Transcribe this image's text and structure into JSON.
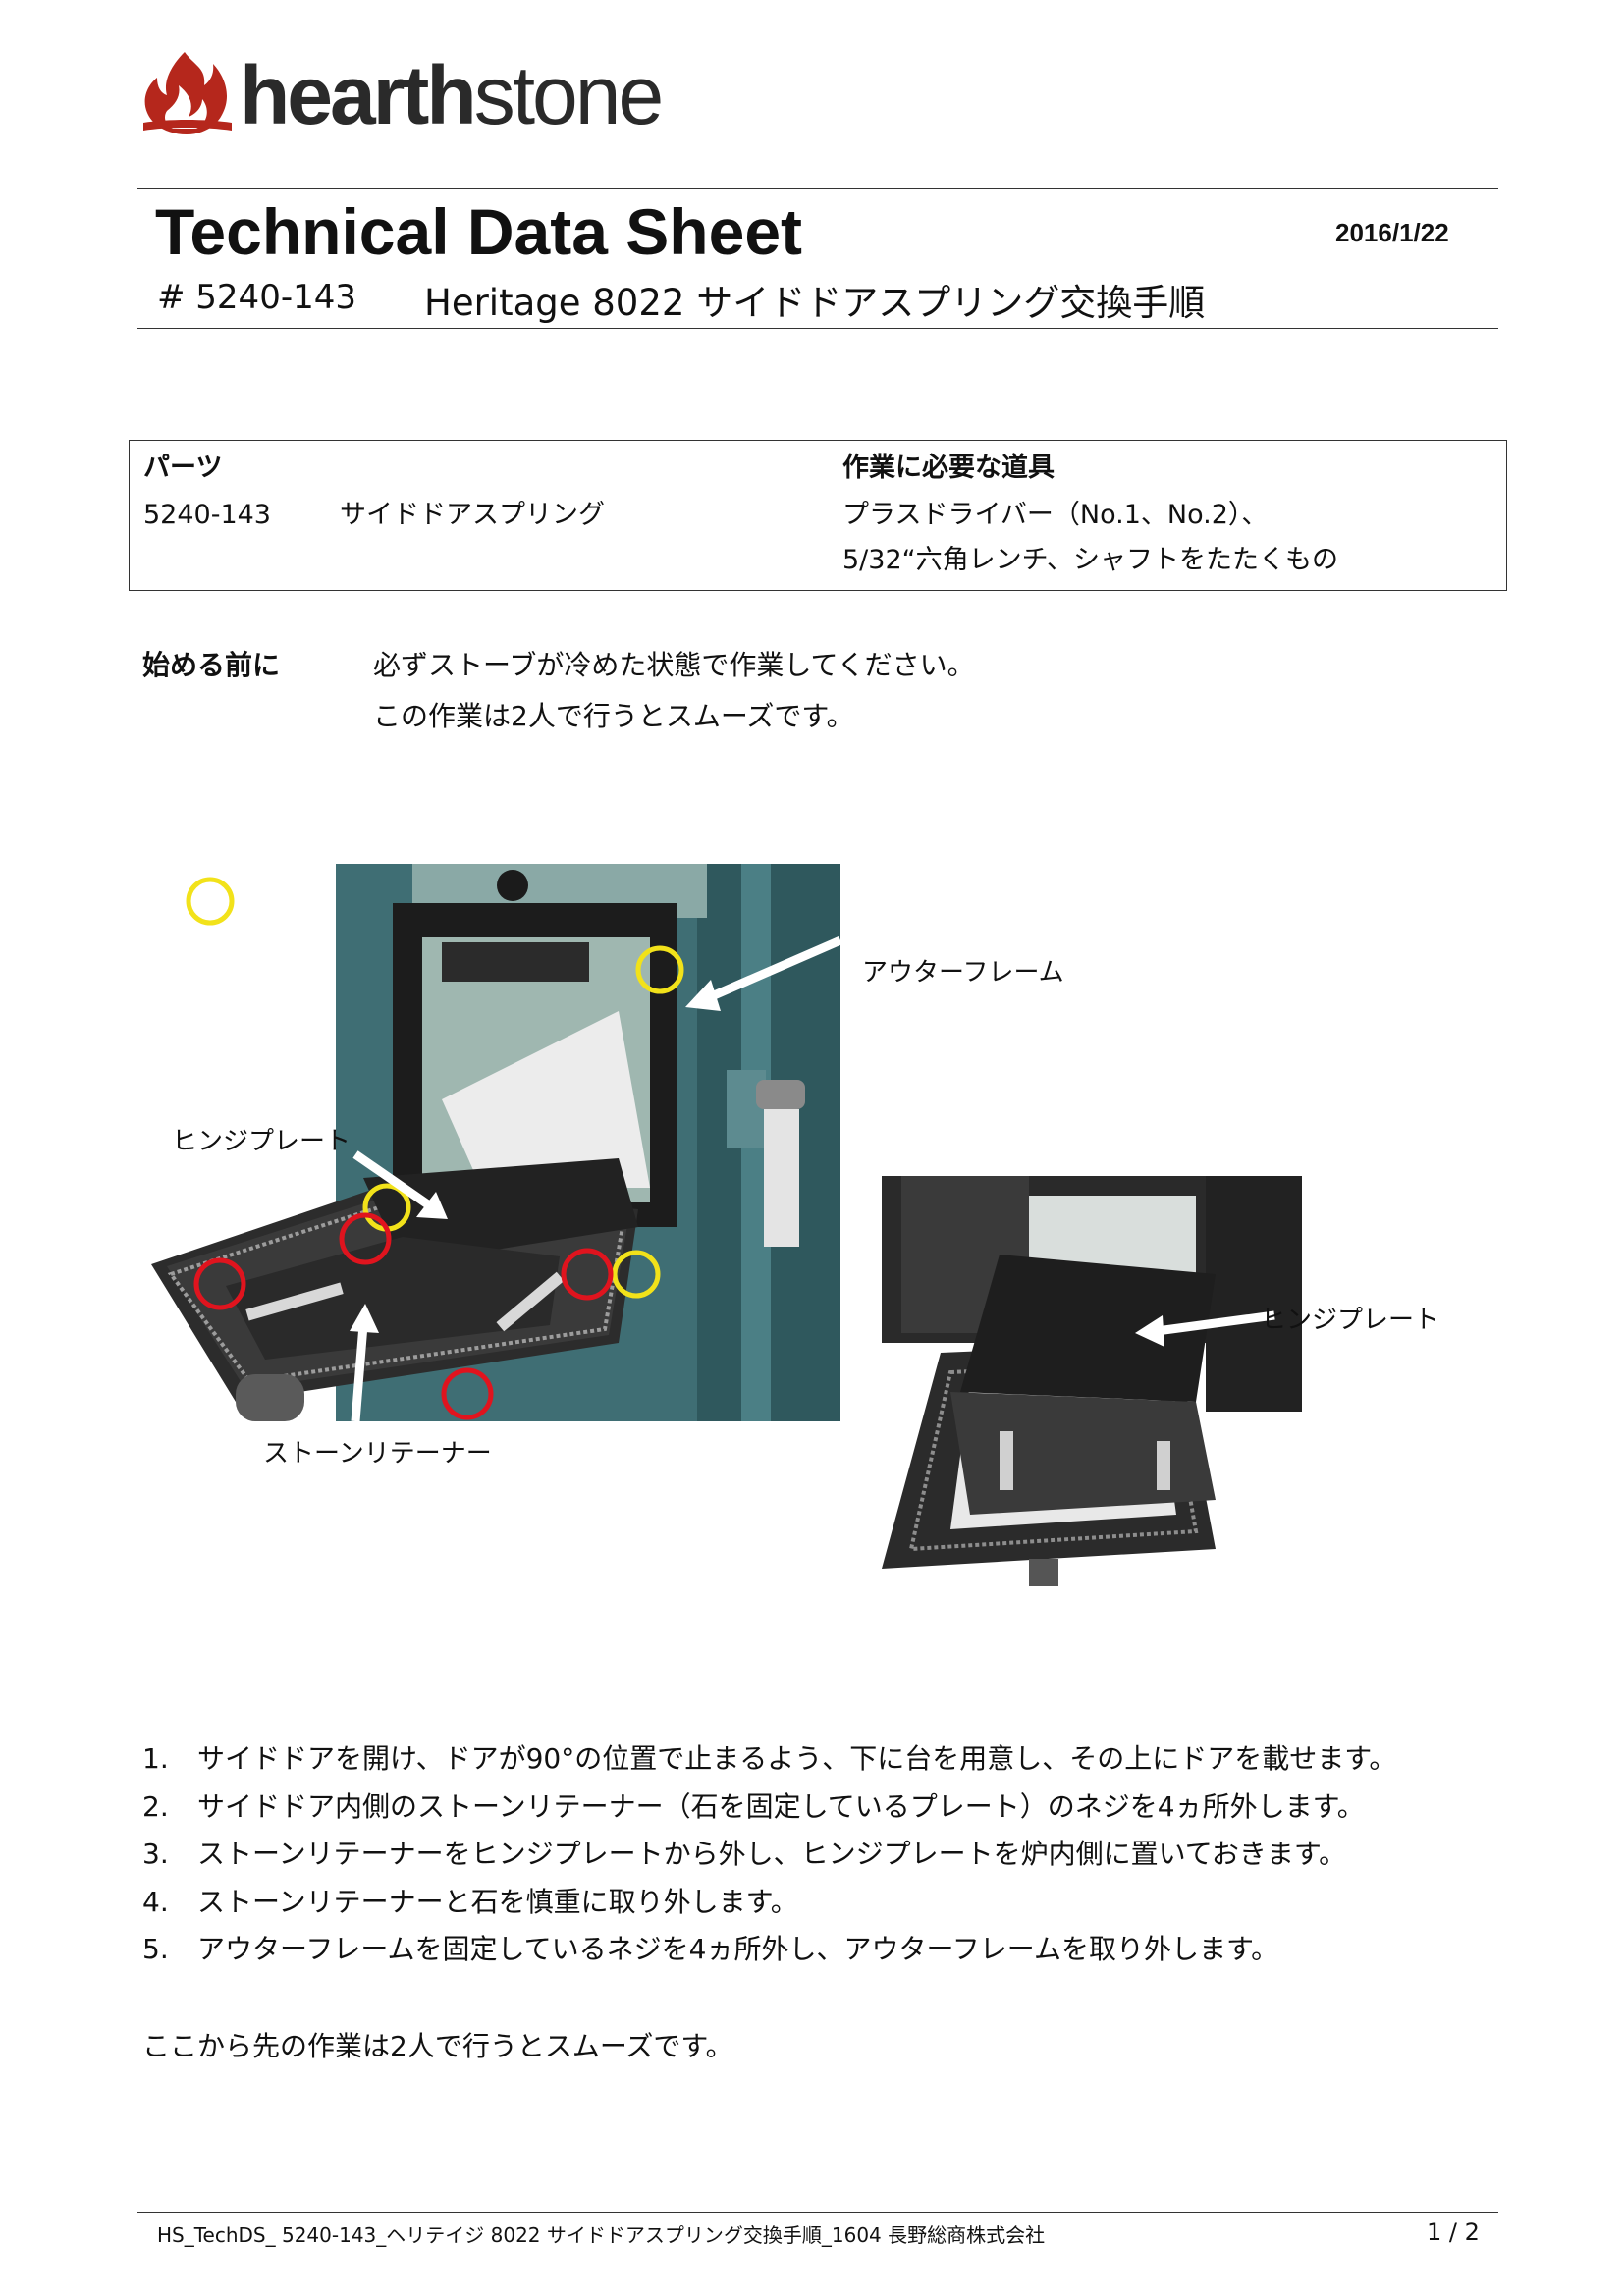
{
  "logo": {
    "text_bold": "hearth",
    "text_light": "stone"
  },
  "header": {
    "title": "Technical Data Sheet",
    "date": "2016/1/22",
    "doc_number": "# 5240-143",
    "subject": "Heritage 8022  サイドドアスプリング交換手順"
  },
  "parts_box": {
    "parts_header": "パーツ",
    "part_number": "5240-143",
    "part_name": "サイドドアスプリング",
    "tools_header": "作業に必要な道具",
    "tools_line1": "プラスドライバー（No.1、No.2）、",
    "tools_line2": "5/32“六角レンチ、シャフトをたたくもの"
  },
  "before_start": {
    "label": "始める前に",
    "line1": "必ずストーブが冷めた状態で作業してください。",
    "line2": "この作業は2人で行うとスムーズです。"
  },
  "photo1": {
    "label_outer_frame": "アウターフレーム",
    "label_hinge_plate": "ヒンジプレート",
    "label_stone_retainer": "ストーンリテーナー"
  },
  "photo2": {
    "label_hinge_plate": "ヒンジプレート"
  },
  "steps": [
    {
      "num": "1.",
      "text": "サイドドアを開け、ドアが90°の位置で止まるよう、下に台を用意し、その上にドアを載せます。"
    },
    {
      "num": "2.",
      "text": "サイドドア内側のストーンリテーナー（石を固定しているプレート）のネジを4ヵ所外します。"
    },
    {
      "num": "3.",
      "text": "ストーンリテーナーをヒンジプレートから外し、ヒンジプレートを炉内側に置いておきます。"
    },
    {
      "num": "4.",
      "text": "ストーンリテーナーと石を慎重に取り外します。"
    },
    {
      "num": "5.",
      "text": "アウターフレームを固定しているネジを4ヵ所外し、アウターフレームを取り外します。"
    }
  ],
  "closing": "ここから先の作業は2人で行うとスムーズです。",
  "footer": {
    "text": "HS_TechDS_ 5240-143_ヘリテイジ 8022  サイドドアスプリング交換手順_1604   長野総商株式会社",
    "page": "1 / 2"
  },
  "colors": {
    "flame": "#b5271c",
    "teal_enamel": "#3f6e74",
    "marker_yellow": "#f2e21a",
    "marker_red": "#e0141e"
  }
}
